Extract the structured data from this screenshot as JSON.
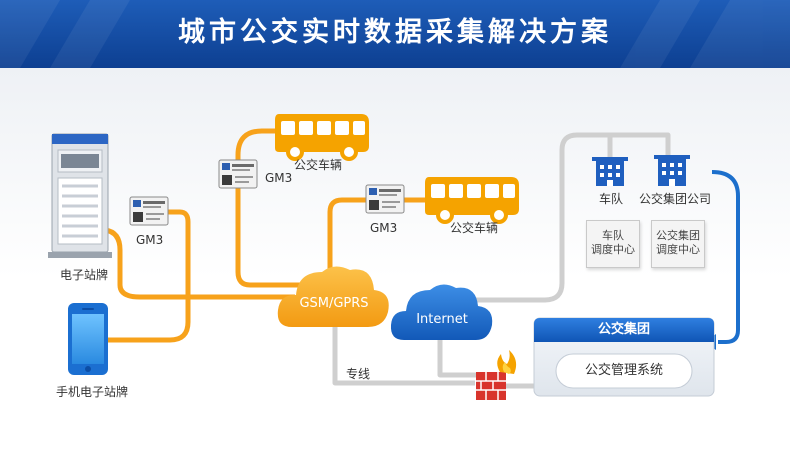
{
  "title": "城市公交实时数据采集解决方案",
  "nodes": {
    "station_sign": "电子站牌",
    "mobile_sign": "手机电子站牌",
    "gm3_sign": "GM3",
    "gm3_bus1": "GM3",
    "gm3_bus2": "GM3",
    "bus1": "公交车辆",
    "bus2": "公交车辆",
    "gsm": "GSM/GPRS",
    "internet": "Internet",
    "dedicated_line": "专线",
    "fleet": "车队",
    "group_company": "公交集团公司",
    "fleet_dispatch": [
      "车队",
      "调度中心"
    ],
    "group_dispatch": [
      "公交集团",
      "调度中心"
    ],
    "group": "公交集团",
    "management_system": "公交管理系统"
  },
  "colors": {
    "banner": "#1552a8",
    "orange_link": "#f7a21b",
    "gray_link": "#c9c9c9",
    "blue_link": "#1c6fcc",
    "bus_body": "#f5a300",
    "cloud_orange": "#f7a21b",
    "cloud_blue": "#1e6fcf",
    "building": "#1f5fbf"
  },
  "icons": [
    "station-sign-icon",
    "smartphone-icon",
    "bus-icon",
    "cloud-icon",
    "building-icon",
    "firewall-icon",
    "gm3-module-icon"
  ]
}
